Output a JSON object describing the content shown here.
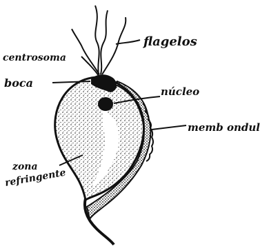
{
  "labels": {
    "flagella": "flagelos",
    "centrosome": "centrosoma",
    "mouth": "boca",
    "nucleus": "núcleo",
    "undulating_membrane": "memb ondul",
    "refringent_zone_1": "zona",
    "refringent_zone_2": "refringente"
  },
  "colors": {
    "ink": "#111111",
    "paper": "#ffffff"
  }
}
